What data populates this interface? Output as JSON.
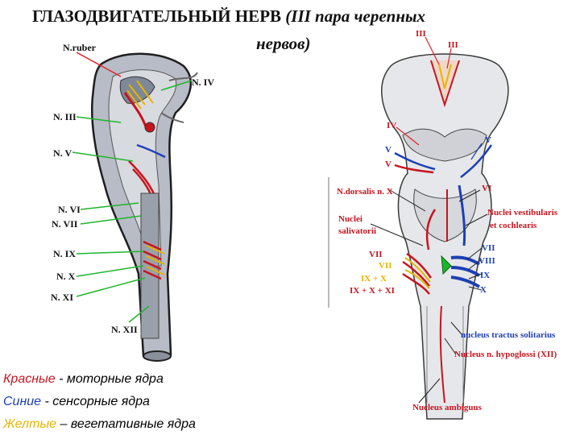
{
  "title": {
    "main": "ГЛАЗОДВИГАТЕЛЬНЫЙ НЕРВ",
    "paren": "(III пара черепных",
    "line2": "нервов)"
  },
  "left_labels": {
    "n_ruber": "N.ruber",
    "n_iv": "N. IV",
    "n_iii": "N. III",
    "n_v": "N. V",
    "n_vi": "N. VI",
    "n_vii": "N. VII",
    "n_ix": "N. IX",
    "n_x": "N. X",
    "n_xi": "N. XI",
    "n_xii": "N. XII"
  },
  "right_labels": {
    "iii_red_top": "III",
    "iii_red_side": "III",
    "iv": "IV",
    "v_blue_left": "V",
    "v_red_left": "V",
    "v_blue_right": "V",
    "n_dorsalis": "N.dorsalis n. X",
    "vi": "VI",
    "nuclei_salivatorii_1": "Nuclei",
    "nuclei_salivatorii_2": "salivatorii",
    "nuclei_vestibularis_1": "Nuclei vestibularis",
    "nuclei_vestibularis_2": "et cochlearis",
    "vii_red": "VII",
    "vii_yellow": "VII",
    "ix_x_yellow": "IX + X",
    "ix_x_xi_red": "IX + X + XI",
    "vii_blue": "VII",
    "viii_blue": "VIII",
    "ix_blue": "IX",
    "x_blue": "X",
    "tractus": "nucleus tractus solitarius",
    "hypoglossi": "Nucleus n. hypoglossi (XII)",
    "ambiguus": "Nucleus ambiguus"
  },
  "legend": [
    {
      "key": "Красные",
      "sep": " - ",
      "value": "моторные ядра",
      "color": "#c8141e"
    },
    {
      "key": "Синие",
      "sep": " - ",
      "value": "сенсорные ядра",
      "color": "#1d3fb4"
    },
    {
      "key": "Желтые",
      "sep": " – ",
      "value": "вегетативные ядра",
      "color": "#e8b400"
    }
  ],
  "colors": {
    "motor": "#c8141e",
    "sensory": "#1d3fb4",
    "autonomic": "#e8b400",
    "pointer_red": "#e0202a",
    "pointer_green": "#1fb52e",
    "pointer_blue": "#1d3fb4"
  }
}
